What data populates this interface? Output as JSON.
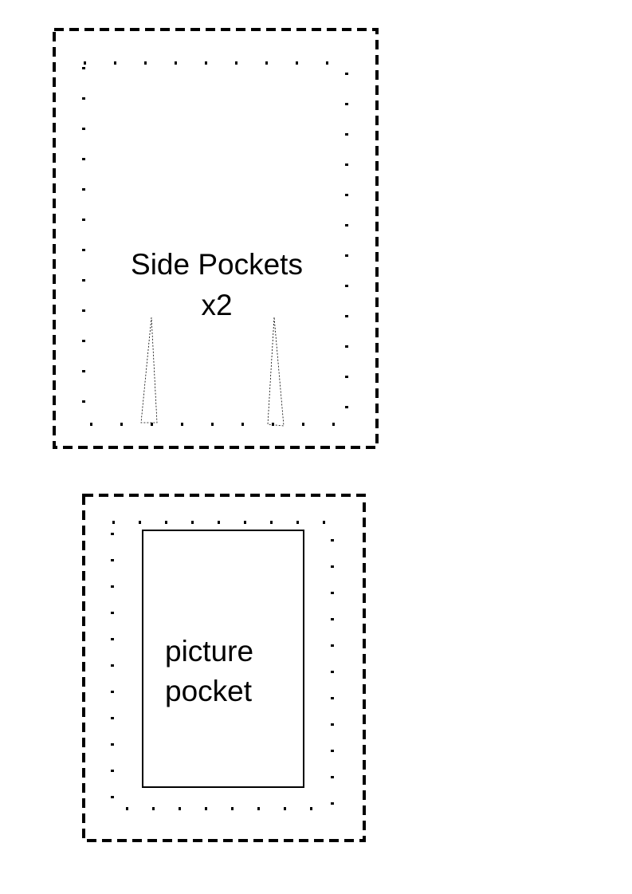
{
  "side_pockets": {
    "line1": "Side Pockets",
    "line2": "x2"
  },
  "picture_pocket": {
    "line1": "picture",
    "line2": "pocket"
  },
  "colors": {
    "stroke": "#000000",
    "background": "#ffffff"
  }
}
